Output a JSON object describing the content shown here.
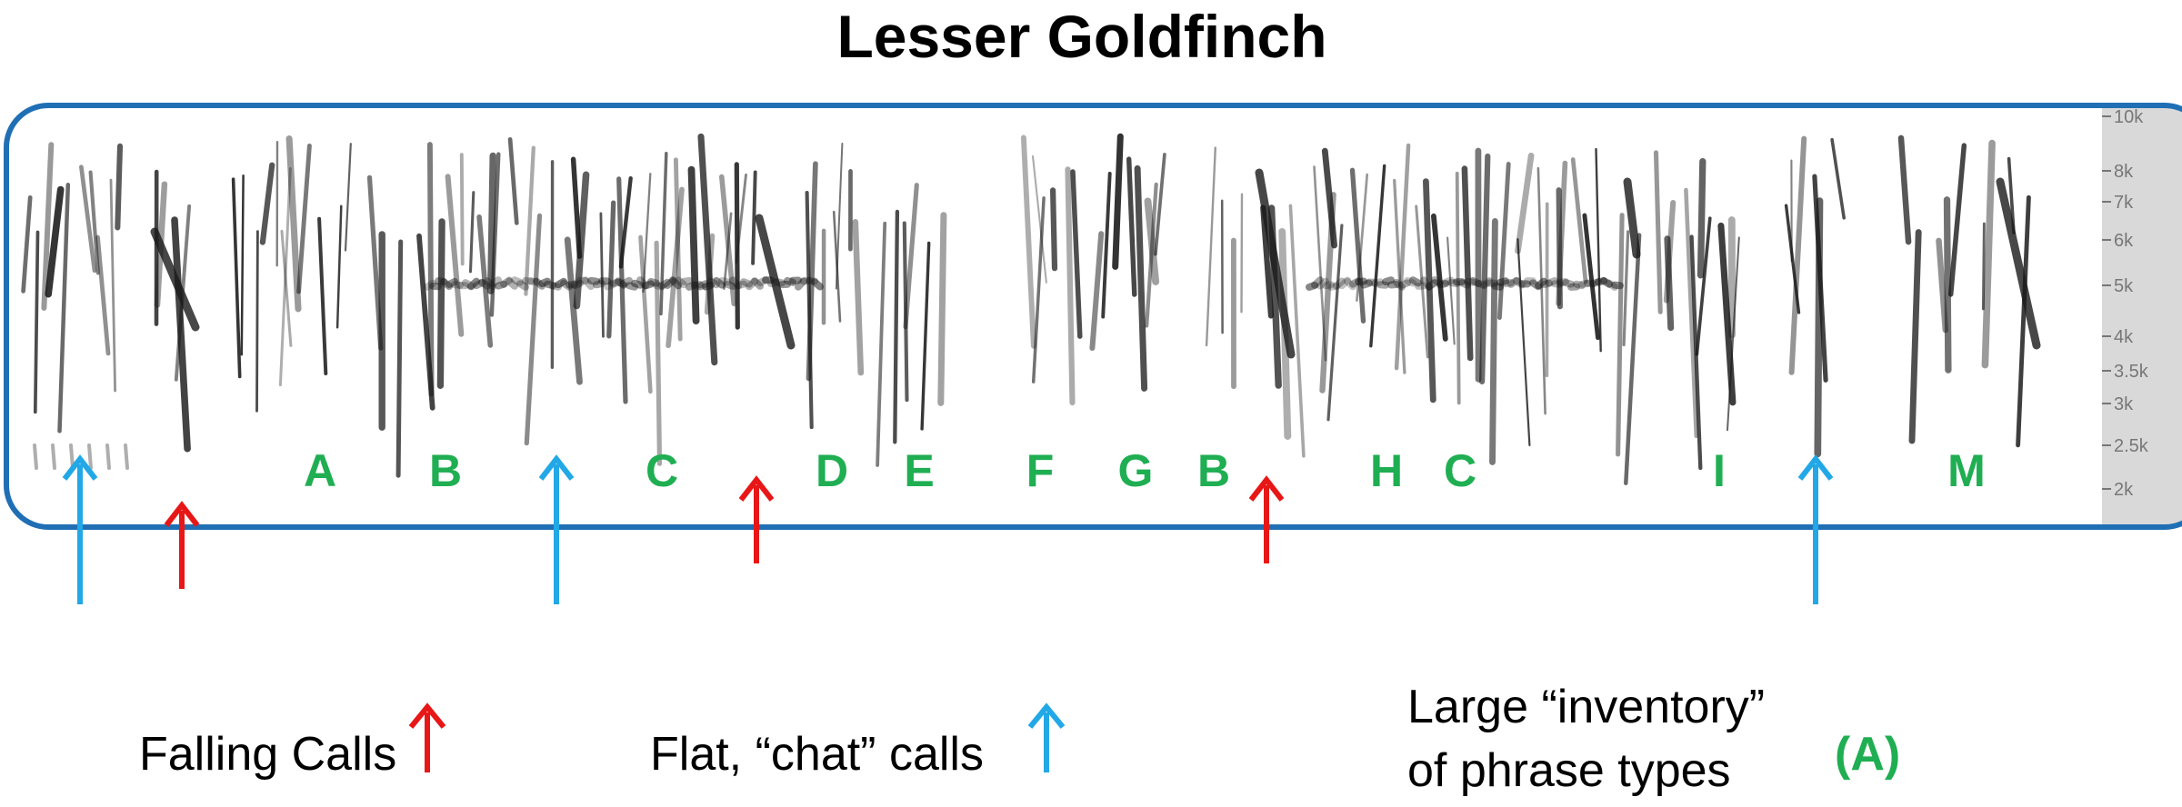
{
  "title": "Lesser Goldfinch",
  "colors": {
    "frame": "#1f6fb5",
    "phrase_label": "#1fae52",
    "falling_arrow": "#e81717",
    "flat_arrow": "#22a8e6",
    "axis_strip": "#d9d9d9",
    "axis_text": "#777777",
    "ink": "#1a1a1a"
  },
  "frequency_axis": {
    "ticks": [
      "10k",
      "8k",
      "7k",
      "6k",
      "5k",
      "4k",
      "3.5k",
      "3k",
      "2.5k",
      "2k"
    ]
  },
  "phrase_labels": [
    "A",
    "B",
    "C",
    "D",
    "E",
    "F",
    "G",
    "B",
    "H",
    "C",
    "I",
    "M"
  ],
  "arrows": [
    {
      "type": "flat"
    },
    {
      "type": "falling"
    },
    {
      "type": "flat"
    },
    {
      "type": "falling"
    },
    {
      "type": "falling"
    },
    {
      "type": "flat"
    }
  ],
  "legend": {
    "falling_label": "Falling Calls",
    "flat_label": "Flat, “chat” calls",
    "inventory_line1": "Large “inventory”",
    "inventory_line2": "of phrase types",
    "inventory_marker": "(A)"
  }
}
